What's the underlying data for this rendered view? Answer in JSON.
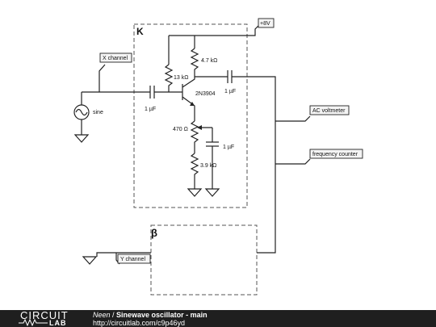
{
  "diagram": {
    "blocks": {
      "amplifier": "K",
      "feedback": "β"
    },
    "supply": "+8V",
    "sources": {
      "signal": "sine"
    },
    "transistor": "2N3904",
    "components": {
      "r_base": "13 kΩ",
      "r_collector": "4.7 kΩ",
      "pot_emitter": "470 Ω",
      "r_emitter": "3.9 kΩ",
      "c_in": "1 µF",
      "c_out": "1 µF",
      "c_bypass": "1 µF"
    },
    "probes": {
      "x_channel": "X channel",
      "y_channel": "Y channel",
      "ac_voltmeter": "AC voltmeter",
      "frequency_counter": "frequency counter"
    }
  },
  "footer": {
    "logo_word1": "CIRCUIT",
    "logo_word2": "LAB",
    "author": "Neen",
    "separator": " / ",
    "title": "Sinewave oscillator - main",
    "url": "http://circuitlab.com/c9p46yd"
  }
}
